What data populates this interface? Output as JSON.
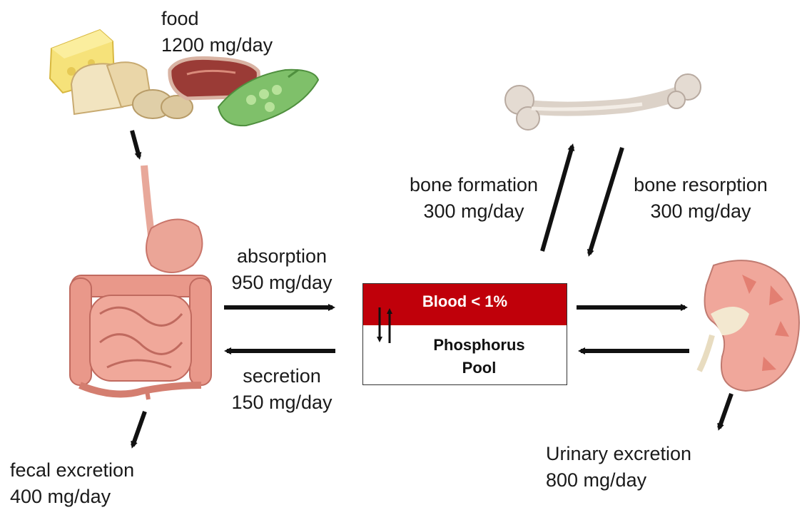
{
  "food": {
    "title": "food",
    "amount": "1200 mg/day"
  },
  "absorption": {
    "title": "absorption",
    "amount": "950 mg/day"
  },
  "secretion": {
    "title": "secretion",
    "amount": "150 mg/day"
  },
  "bone_formation": {
    "title": "bone formation",
    "amount": "300 mg/day"
  },
  "bone_resorption": {
    "title": "bone resorption",
    "amount": "300 mg/day"
  },
  "fecal": {
    "title": "fecal excretion",
    "amount": "400 mg/day"
  },
  "urinary": {
    "title": "Urinary excretion",
    "amount": "800 mg/day"
  },
  "pool": {
    "blood": "Blood < 1%",
    "line1": "Phosphorus",
    "line2": "Pool"
  },
  "colors": {
    "blood_band": "#c0000a",
    "arrow": "#111111"
  },
  "icons": [
    "cheese-icon",
    "bread-icon",
    "meat-icon",
    "peas-icon",
    "digestive-tract-icon",
    "bone-icon",
    "kidney-icon"
  ]
}
